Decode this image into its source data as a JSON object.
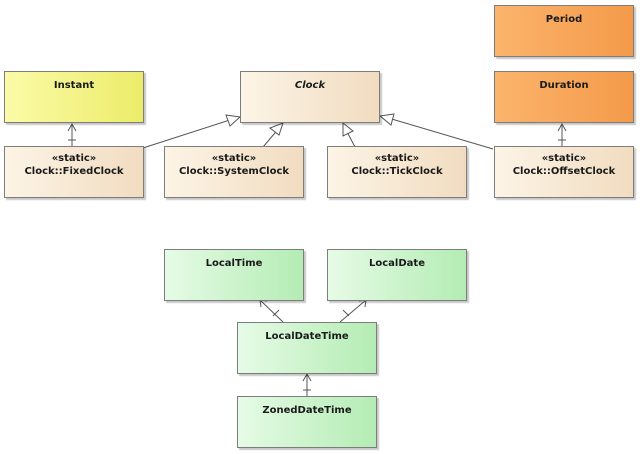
{
  "nodes": {
    "instant": {
      "name": "Instant"
    },
    "clock": {
      "name": "Clock"
    },
    "period": {
      "name": "Period"
    },
    "duration": {
      "name": "Duration"
    },
    "fixed_clock": {
      "stereotype": "«static»",
      "name": "Clock::FixedClock"
    },
    "system_clock": {
      "stereotype": "«static»",
      "name": "Clock::SystemClock"
    },
    "tick_clock": {
      "stereotype": "«static»",
      "name": "Clock::TickClock"
    },
    "offset_clock": {
      "stereotype": "«static»",
      "name": "Clock::OffsetClock"
    },
    "local_time": {
      "name": "LocalTime"
    },
    "local_date": {
      "name": "LocalDate"
    },
    "local_date_time": {
      "name": "LocalDateTime"
    },
    "zoned_date_time": {
      "name": "ZonedDateTime"
    }
  },
  "colors": {
    "line": "#555555",
    "border": "#7d7d7d"
  }
}
